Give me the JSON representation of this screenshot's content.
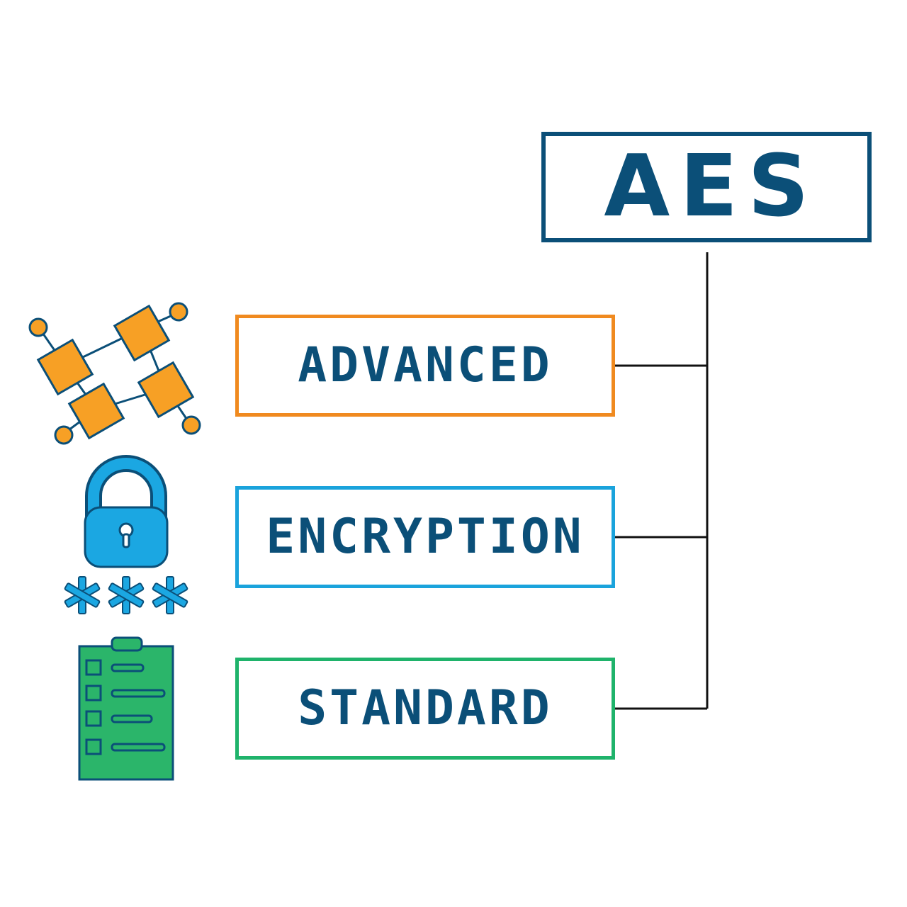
{
  "title": {
    "label": "AES",
    "color": "#0b4f78"
  },
  "items": [
    {
      "label": "ADVANCED",
      "border_color": "#f08a1f",
      "icon": "block-network-icon"
    },
    {
      "label": "ENCRYPTION",
      "border_color": "#1aa3dc",
      "icon": "padlock-password-icon"
    },
    {
      "label": "STANDARD",
      "border_color": "#1fb36b",
      "icon": "clipboard-checklist-icon"
    }
  ],
  "colors": {
    "text": "#0b4f78",
    "connector": "#111111",
    "icon_orange": "#f7a025",
    "icon_blue": "#1ba7e2",
    "icon_green": "#2bb56a",
    "icon_outline": "#0b4f78"
  }
}
